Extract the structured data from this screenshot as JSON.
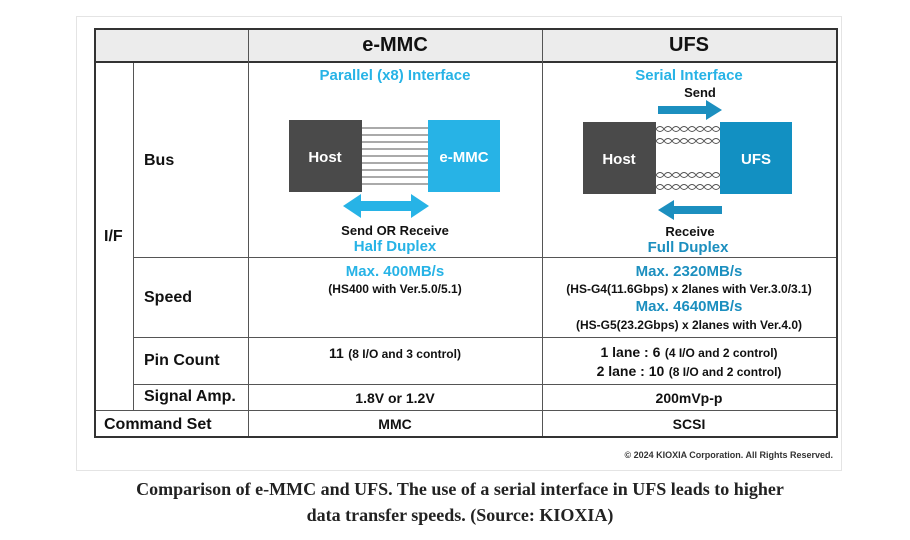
{
  "table": {
    "header": {
      "col1": "e-MMC",
      "col2": "UFS"
    },
    "group_label": "I/F",
    "rows": {
      "bus": {
        "label": "Bus"
      },
      "speed": {
        "label": "Speed"
      },
      "pin": {
        "label": "Pin Count"
      },
      "signal": {
        "label": "Signal Amp."
      },
      "command": {
        "label": "Command Set"
      }
    },
    "emmc": {
      "interface_title": "Parallel (x8) Interface",
      "host_label": "Host",
      "device_label": "e-MMC",
      "arrow_label": "Send OR Receive",
      "duplex": "Half Duplex",
      "speed_max": "Max. 400MB/s",
      "speed_note": "(HS400 with Ver.5.0/5.1)",
      "pin_main": "11",
      "pin_detail": "(8 I/O and 3 control)",
      "signal": "1.8V or 1.2V",
      "command": "MMC"
    },
    "ufs": {
      "interface_title": "Serial Interface",
      "send_label": "Send",
      "host_label": "Host",
      "device_label": "UFS",
      "receive_label": "Receive",
      "duplex": "Full Duplex",
      "speed_max1": "Max. 2320MB/s",
      "speed_note1": "(HS-G4(11.6Gbps) x 2lanes with Ver.3.0/3.1)",
      "speed_max2": "Max. 4640MB/s",
      "speed_note2": "(HS-G5(23.2Gbps) x 2lanes with Ver.4.0)",
      "pin_line1_main": "1 lane : 6",
      "pin_line1_detail": "(4 I/O and 2 control)",
      "pin_line2_main": "2 lane : 10",
      "pin_line2_detail": "(8 I/O and 2 control)",
      "signal": "200mVp-p",
      "command": "SCSI"
    }
  },
  "copyright": "© 2024 KIOXIA Corporation. All Rights Reserved.",
  "caption": {
    "line1": "Comparison of e-MMC and UFS. The use of a serial interface in UFS leads to higher",
    "line2": "data transfer speeds. (Source: KIOXIA)"
  },
  "colors": {
    "accent": "#27b3e6",
    "ufs_box": "#1290c2",
    "host_box": "#4a4a4a",
    "header_bg": "#ececec"
  }
}
